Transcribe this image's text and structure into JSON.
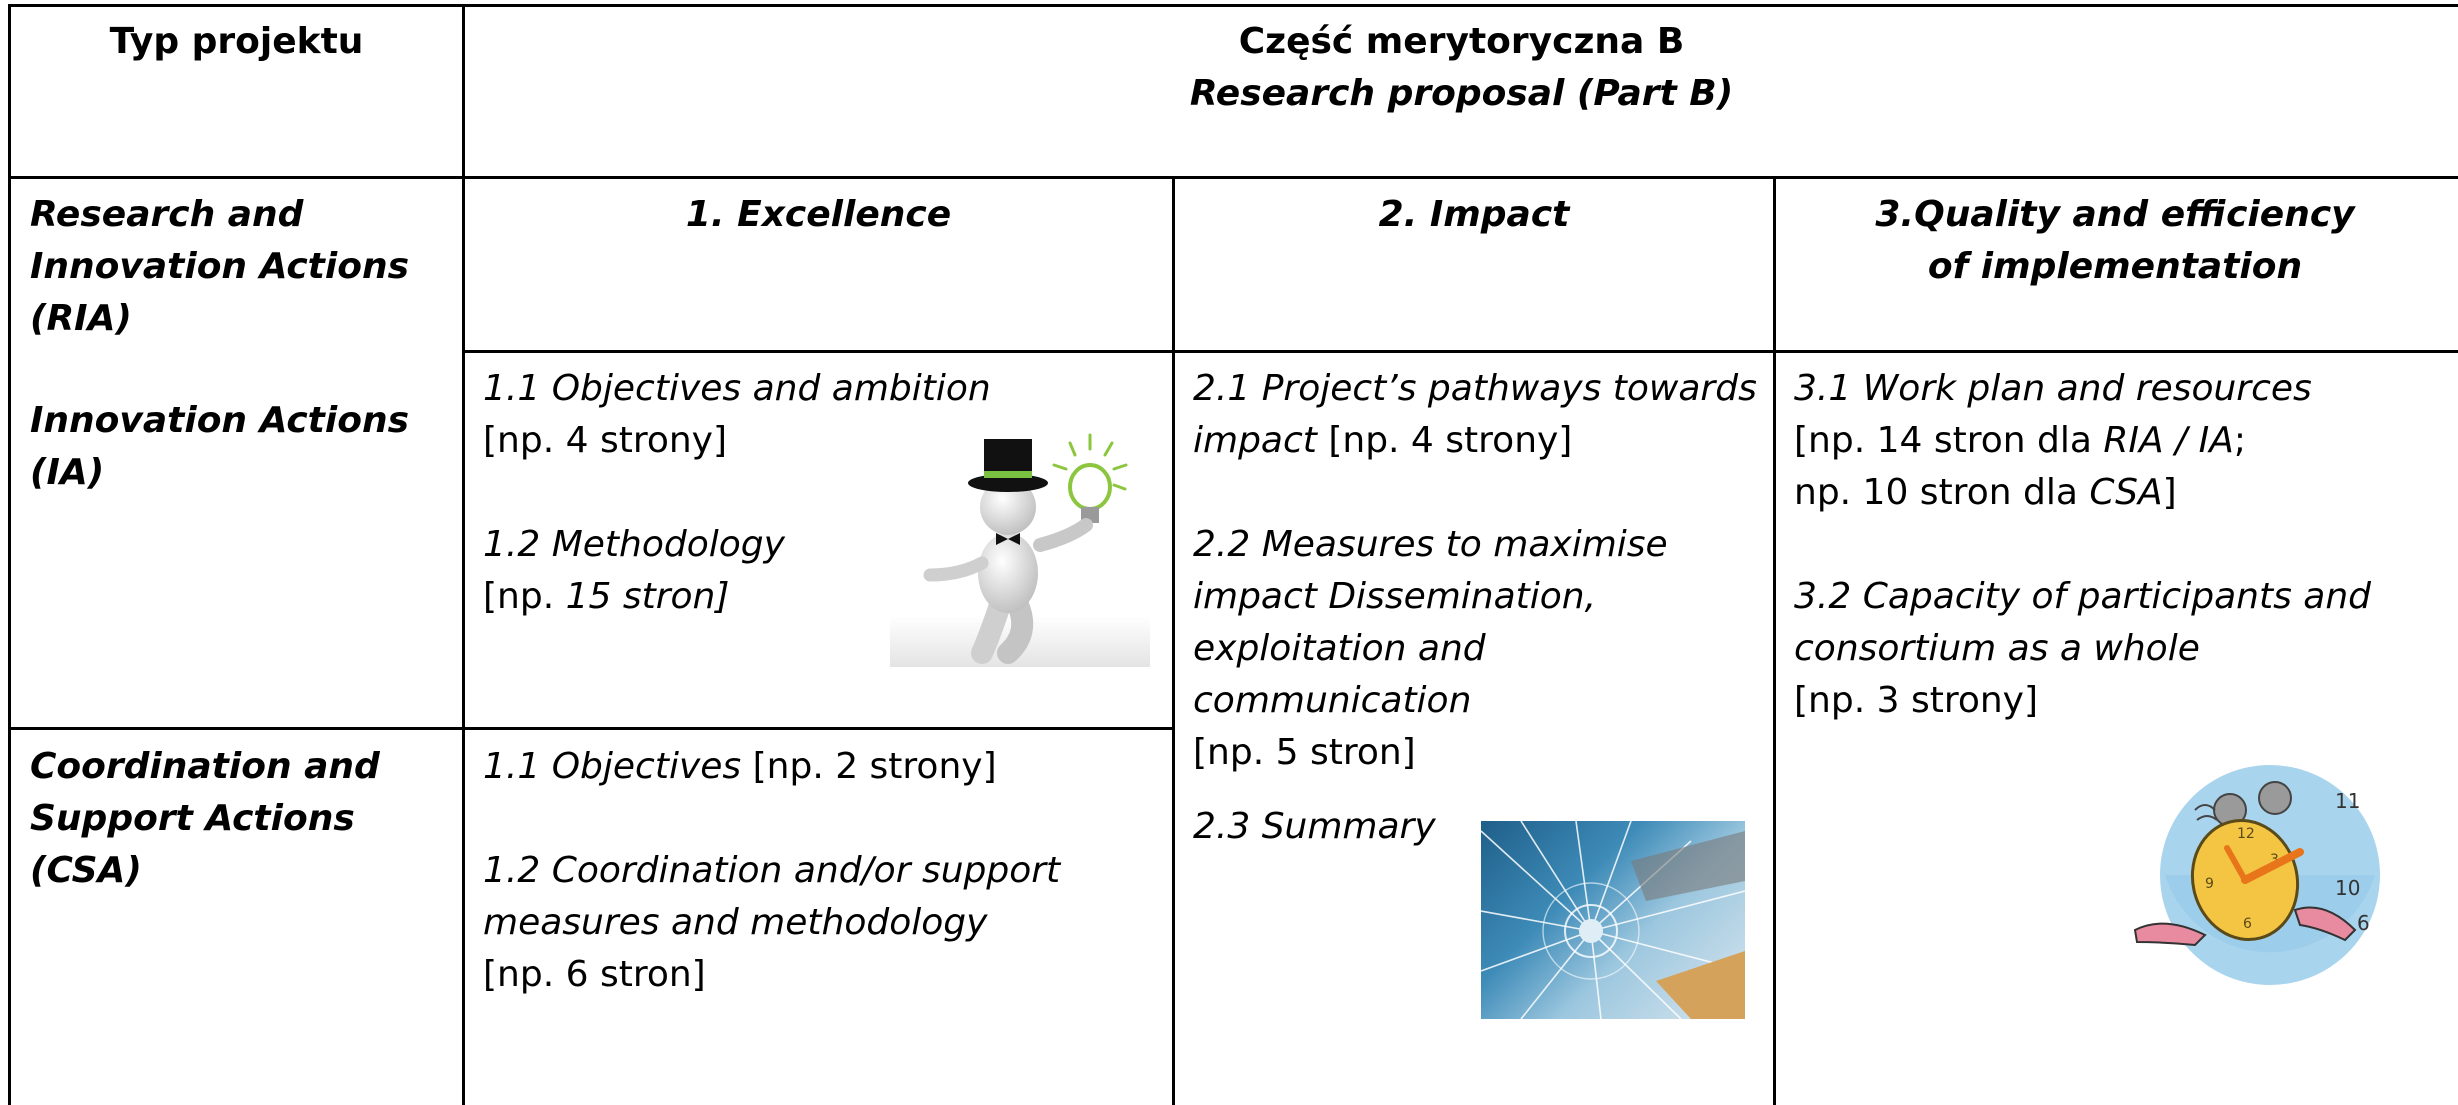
{
  "header": {
    "col1_title": "Typ projektu",
    "title_pl": "Część merytoryczna B",
    "title_en": "Research proposal (Part B)"
  },
  "column_headers": {
    "excellence": "1. Excellence",
    "impact": "2. Impact",
    "quality": "3.Quality and efficiency of implementation"
  },
  "rows": {
    "ria": "Research and Innovation Actions (RIA)",
    "ia": "Innovation Actions (IA)",
    "csa": "Coordination and Support Actions (CSA)"
  },
  "excellence_riaia": {
    "s11_title": "1.1 Objectives and ambition",
    "s11_pages": "[np. 4 strony]",
    "s12_title": "1.2 Methodology",
    "s12_pages_prefix": "[np. ",
    "s12_pages_italic": "15 stron]"
  },
  "excellence_csa": {
    "s11_title": "1.1 Objectives",
    "s11_pages": " [np. 2 strony]",
    "s12_title": "1.2 Coordination and/or support measures and methodology",
    "s12_pages": "[np. 6 stron]"
  },
  "impact": {
    "s21_title": "2.1 Project’s pathways towards impact",
    "s21_pages": " [np. 4 strony]",
    "s22_title": "2.2 Measures to maximise impact  Dissemination, exploitation and communication",
    "s22_pages": "[np. 5 stron]",
    "s23_title": "2.3 Summary"
  },
  "quality": {
    "s31_title": "3.1 Work plan and resources",
    "s31_l1_a": "[np. 14 stron dla ",
    "s31_l1_b": "RIA / IA",
    "s31_l1_c": ";",
    "s31_l2_a": "np. 10 stron dla ",
    "s31_l2_b": "CSA",
    "s31_l2_c": "]",
    "s32_title": "3.2 Capacity of participants and consortium as a whole",
    "s32_pages": " [np. 3 strony]"
  },
  "illustrations": {
    "top_hat_figure": "tophat-figure-with-lightbulb",
    "broken_glass": "hammer-breaking-glass",
    "clock": "running-alarm-clock"
  }
}
